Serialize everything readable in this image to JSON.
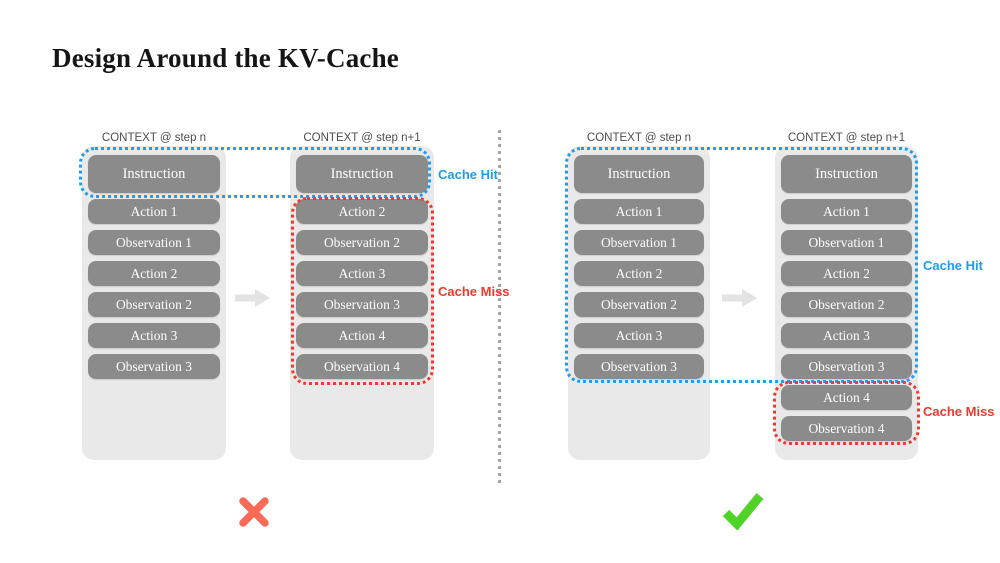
{
  "title": "Design Around the KV-Cache",
  "colors": {
    "title-text": "#151515",
    "header-text": "#4d4d4d",
    "box": "#8b8b8b",
    "box-text": "#fdfdfd",
    "column-bg": "#e9e9e9",
    "hit": "#1f9ceb",
    "miss": "#ee3a2c",
    "cross": "#fb6a55",
    "check": "#4fd327",
    "arrow": "#e3e3e3",
    "divider": "#a6a6a6"
  },
  "icons": {
    "left_verdict": "cross-icon",
    "right_verdict": "check-icon",
    "transition": "arrow-right-icon"
  },
  "left_panel": {
    "cache_hit_label": "Cache Hit",
    "cache_miss_label": "Cache Miss",
    "columns": [
      {
        "header": "CONTEXT @ step n",
        "boxes": [
          "Instruction",
          "Action 1",
          "Observation 1",
          "Action 2",
          "Observation 2",
          "Action 3",
          "Observation 3"
        ]
      },
      {
        "header": "CONTEXT @ step n+1",
        "boxes": [
          "Instruction",
          "Action 2",
          "Observation 2",
          "Action 3",
          "Observation 3",
          "Action 4",
          "Observation 4"
        ]
      }
    ]
  },
  "right_panel": {
    "cache_hit_label": "Cache Hit",
    "cache_miss_label": "Cache Miss",
    "columns": [
      {
        "header": "CONTEXT @ step n",
        "boxes": [
          "Instruction",
          "Action 1",
          "Observation 1",
          "Action 2",
          "Observation 2",
          "Action 3",
          "Observation 3"
        ]
      },
      {
        "header": "CONTEXT @ step n+1",
        "boxes": [
          "Instruction",
          "Action 1",
          "Observation 1",
          "Action 2",
          "Observation 2",
          "Action 3",
          "Observation 3",
          "Action 4",
          "Observation 4"
        ]
      }
    ]
  }
}
